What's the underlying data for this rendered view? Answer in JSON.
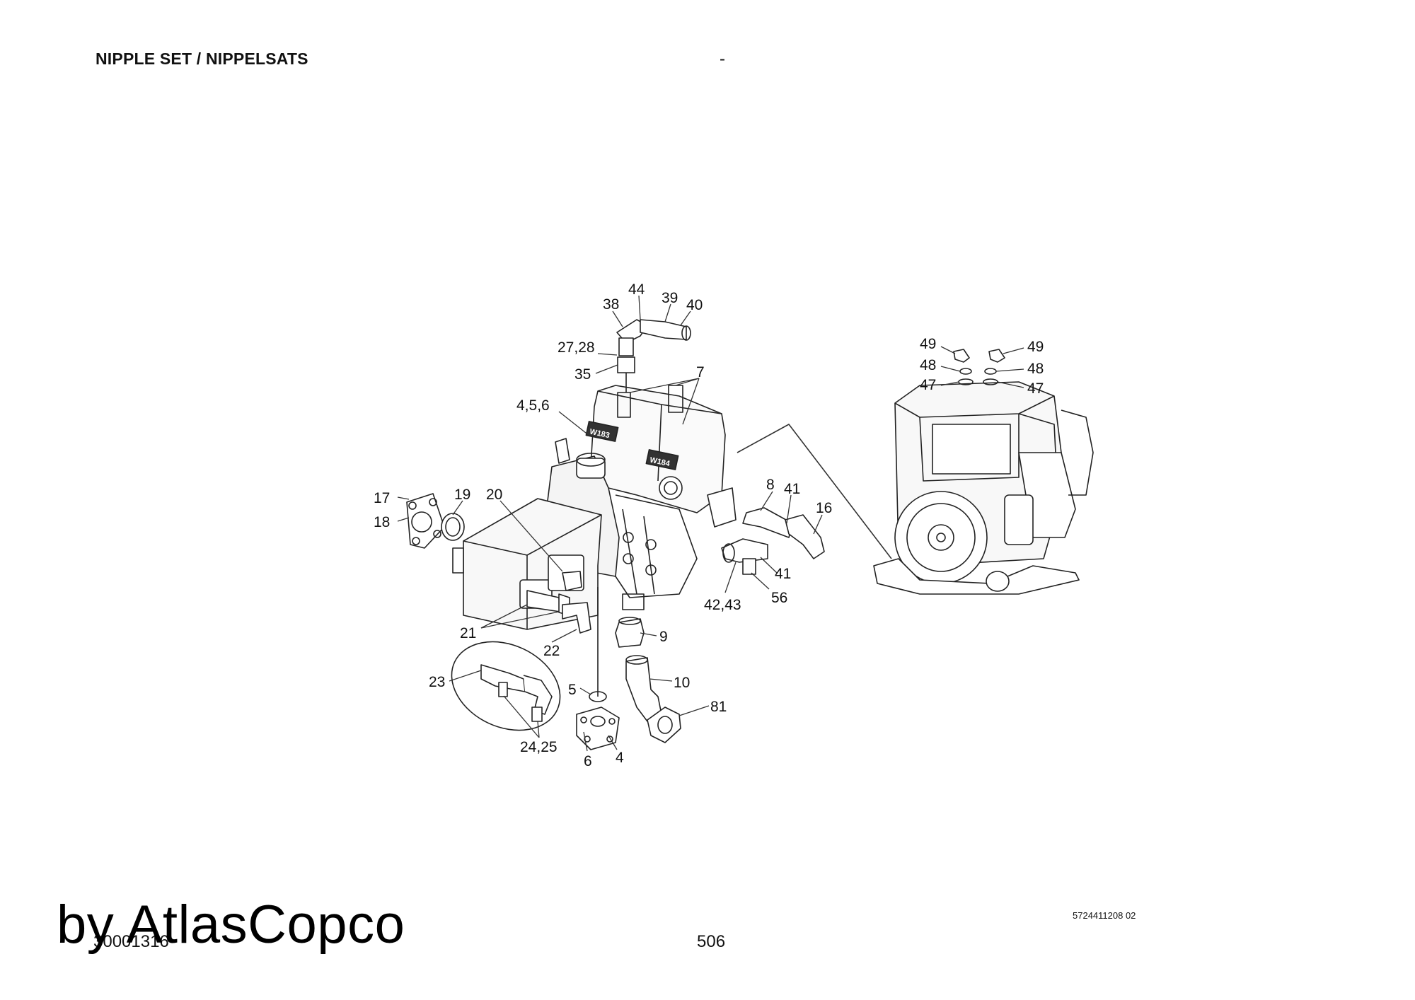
{
  "header": {
    "title": "NIPPLE SET / NIPPELSATS",
    "separator": "-"
  },
  "diagram": {
    "callouts": {
      "c44": "44",
      "c38": "38",
      "c39": "39",
      "c40": "40",
      "c27_28": "27,28",
      "c35": "35",
      "c7": "7",
      "c4_5_6": "4,5,6",
      "c17": "17",
      "c18": "18",
      "c19": "19",
      "c20": "20",
      "c8": "8",
      "c41a": "41",
      "c16": "16",
      "c41b": "41",
      "c42_43": "42,43",
      "c56": "56",
      "c21": "21",
      "c22": "22",
      "c23": "23",
      "c9": "9",
      "c10": "10",
      "c5": "5",
      "c81": "81",
      "c24_25": "24,25",
      "c6": "6",
      "c4": "4",
      "c49a": "49",
      "c48a": "48",
      "c47a": "47",
      "c49b": "49",
      "c48b": "48",
      "c47b": "47"
    },
    "decal_text_1": "W183",
    "decal_text_2": "W184"
  },
  "footer": {
    "doc_code": "5724411208 02",
    "drawing_id": "30001316",
    "page_number": "506",
    "watermark": "by AtlasCopco"
  }
}
